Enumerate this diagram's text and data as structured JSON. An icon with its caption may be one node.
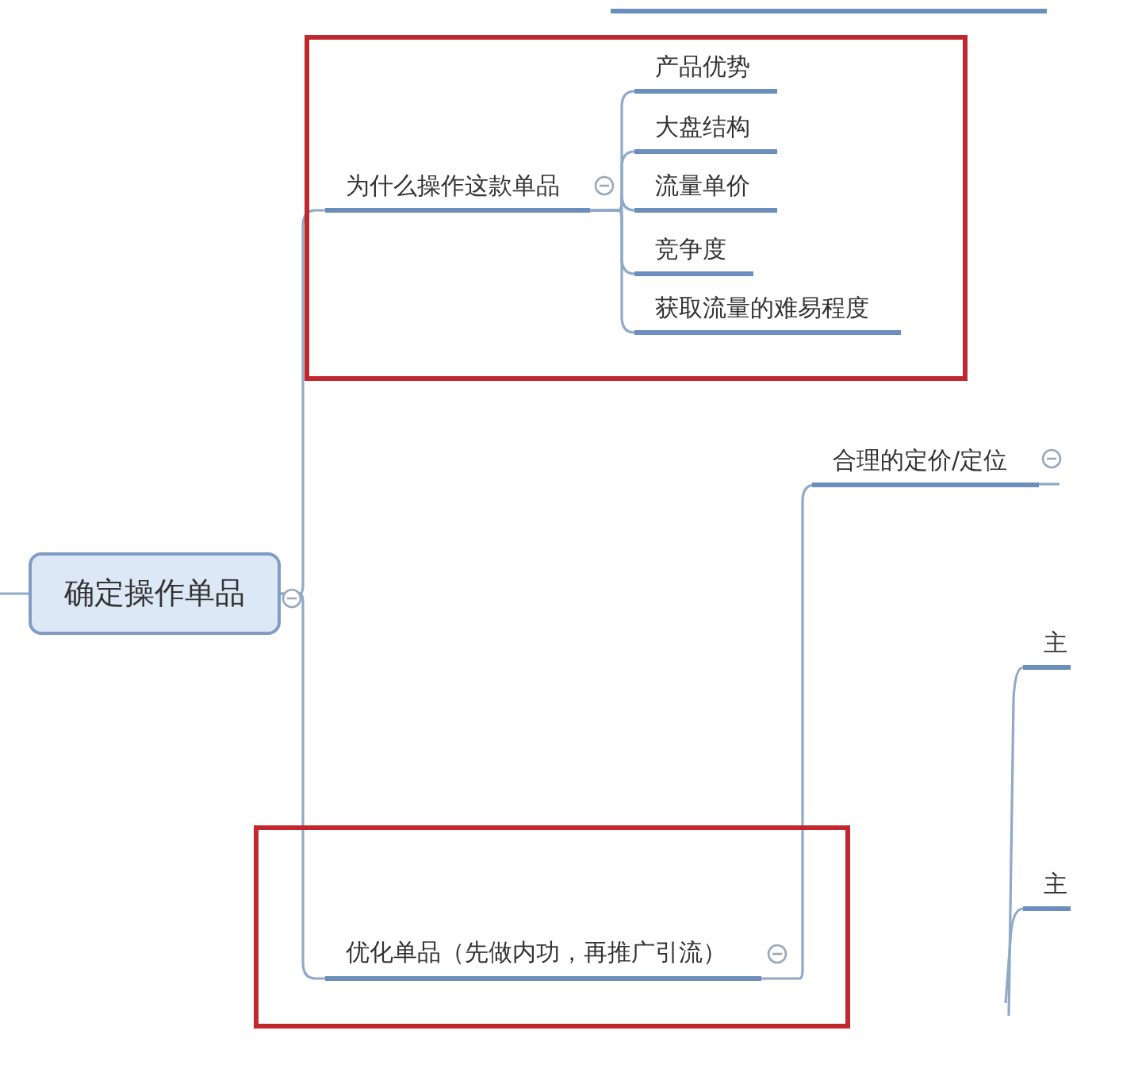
{
  "diagram": {
    "nodes": [
      {
        "text": [
          "确定操作单品"
        ]
      },
      {
        "text": [],
        "shape": "box"
      },
      {
        "text": [
          "为什么操作这款单品"
        ],
        "in": 1
      },
      {
        "text": [
          "产品优势"
        ],
        "in": 1
      },
      {
        "text": [
          "大盘结构"
        ],
        "in": 1
      },
      {
        "text": [
          "流量单价"
        ],
        "in": 1
      },
      {
        "text": [
          "竞争度"
        ],
        "in": 1
      },
      {
        "text": [
          "获取流量的难易程度"
        ],
        "in": 1
      },
      {
        "text": [
          "合理的定价/定位"
        ]
      },
      {
        "text": [
          "主"
        ]
      },
      {
        "text": [
          "主"
        ]
      },
      {
        "text": [],
        "shape": "box"
      },
      {
        "text": [
          "优化单品（先做内功，再推广引流）"
        ],
        "in": 11
      }
    ],
    "edges": [
      {
        "from": null,
        "to": 0,
        "arrow": "none"
      },
      {
        "from": 0,
        "to": 2,
        "arrow": "none"
      },
      {
        "from": 2,
        "to": 3,
        "arrow": "none"
      },
      {
        "from": 2,
        "to": 4,
        "arrow": "none"
      },
      {
        "from": 2,
        "to": 5,
        "arrow": "none"
      },
      {
        "from": 2,
        "to": 6,
        "arrow": "none"
      },
      {
        "from": 2,
        "to": 7,
        "arrow": "none"
      },
      {
        "from": 0,
        "to": 12,
        "arrow": "none"
      },
      {
        "from": 12,
        "to": 8,
        "arrow": "none"
      },
      {
        "from": null,
        "to": 9,
        "arrow": "none"
      },
      {
        "from": null,
        "to": 10,
        "arrow": "none"
      }
    ]
  }
}
